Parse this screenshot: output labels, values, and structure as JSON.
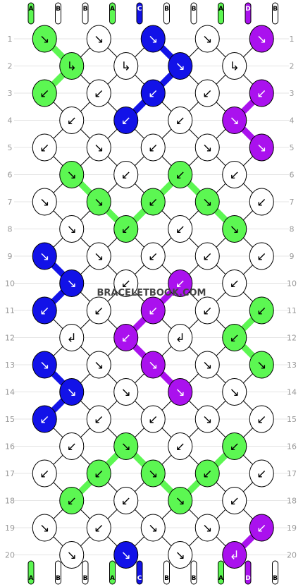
{
  "watermark": "BRACELETBOOK.COM",
  "colors": {
    "A": "#5cf752",
    "B": "#ffffff",
    "C": "#1212e8",
    "D": "#aa11ee",
    "line": "#000000",
    "rownum": "#999999"
  },
  "strands_top": [
    "A",
    "B",
    "B",
    "A",
    "C",
    "B",
    "B",
    "A",
    "D",
    "B"
  ],
  "strands_bottom": [
    "A",
    "B",
    "B",
    "A",
    "C",
    "B",
    "B",
    "A",
    "D",
    "B"
  ],
  "rows": [
    {
      "n": 1,
      "knots": [
        {
          "c": "A",
          "a": "↘"
        },
        {
          "c": "B",
          "a": "↘"
        },
        {
          "c": "C",
          "a": "↘"
        },
        {
          "c": "B",
          "a": "↘"
        },
        {
          "c": "D",
          "a": "↘"
        }
      ]
    },
    {
      "n": 2,
      "knots": [
        {
          "c": "A",
          "a": "↳"
        },
        {
          "c": "B",
          "a": "↳"
        },
        {
          "c": "C",
          "a": "↘"
        },
        {
          "c": "B",
          "a": "↳"
        }
      ]
    },
    {
      "n": 3,
      "knots": [
        {
          "c": "A",
          "a": "↙"
        },
        {
          "c": "B",
          "a": "↙"
        },
        {
          "c": "C",
          "a": "↙"
        },
        {
          "c": "B",
          "a": "↙"
        },
        {
          "c": "D",
          "a": "↙"
        }
      ]
    },
    {
      "n": 4,
      "knots": [
        {
          "c": "B",
          "a": "↙"
        },
        {
          "c": "C",
          "a": "↙"
        },
        {
          "c": "B",
          "a": "↙"
        },
        {
          "c": "D",
          "a": "↘"
        }
      ]
    },
    {
      "n": 5,
      "knots": [
        {
          "c": "B",
          "a": "↙"
        },
        {
          "c": "B",
          "a": "↘"
        },
        {
          "c": "B",
          "a": "↙"
        },
        {
          "c": "B",
          "a": "↘"
        },
        {
          "c": "D",
          "a": "↘"
        }
      ]
    },
    {
      "n": 6,
      "knots": [
        {
          "c": "A",
          "a": "↘"
        },
        {
          "c": "B",
          "a": "↙"
        },
        {
          "c": "A",
          "a": "↙"
        },
        {
          "c": "B",
          "a": "↙"
        }
      ]
    },
    {
      "n": 7,
      "knots": [
        {
          "c": "B",
          "a": "↘"
        },
        {
          "c": "A",
          "a": "↘"
        },
        {
          "c": "A",
          "a": "↙"
        },
        {
          "c": "A",
          "a": "↘"
        },
        {
          "c": "B",
          "a": "↙"
        }
      ]
    },
    {
      "n": 8,
      "knots": [
        {
          "c": "B",
          "a": "↘"
        },
        {
          "c": "A",
          "a": "↙"
        },
        {
          "c": "B",
          "a": "↙"
        },
        {
          "c": "A",
          "a": "↘"
        }
      ]
    },
    {
      "n": 9,
      "knots": [
        {
          "c": "C",
          "a": "↘"
        },
        {
          "c": "B",
          "a": "↘"
        },
        {
          "c": "B",
          "a": "↙"
        },
        {
          "c": "B",
          "a": "↙"
        },
        {
          "c": "B",
          "a": "↙"
        }
      ]
    },
    {
      "n": 10,
      "knots": [
        {
          "c": "C",
          "a": "↘"
        },
        {
          "c": "B",
          "a": "↙"
        },
        {
          "c": "D",
          "a": "↙"
        },
        {
          "c": "B",
          "a": "↙"
        }
      ]
    },
    {
      "n": 11,
      "knots": [
        {
          "c": "C",
          "a": "↙"
        },
        {
          "c": "B",
          "a": "↙"
        },
        {
          "c": "D",
          "a": "↙"
        },
        {
          "c": "B",
          "a": "↙"
        },
        {
          "c": "A",
          "a": "↙"
        }
      ]
    },
    {
      "n": 12,
      "knots": [
        {
          "c": "B",
          "a": "↲"
        },
        {
          "c": "D",
          "a": "↙"
        },
        {
          "c": "B",
          "a": "↲"
        },
        {
          "c": "A",
          "a": "↙"
        }
      ]
    },
    {
      "n": 13,
      "knots": [
        {
          "c": "C",
          "a": "↘"
        },
        {
          "c": "B",
          "a": "↘"
        },
        {
          "c": "D",
          "a": "↘"
        },
        {
          "c": "B",
          "a": "↘"
        },
        {
          "c": "A",
          "a": "↘"
        }
      ]
    },
    {
      "n": 14,
      "knots": [
        {
          "c": "C",
          "a": "↘"
        },
        {
          "c": "B",
          "a": "↘"
        },
        {
          "c": "D",
          "a": "↘"
        },
        {
          "c": "B",
          "a": "↘"
        }
      ]
    },
    {
      "n": 15,
      "knots": [
        {
          "c": "C",
          "a": "↙"
        },
        {
          "c": "B",
          "a": "↙"
        },
        {
          "c": "B",
          "a": "↙"
        },
        {
          "c": "B",
          "a": "↘"
        },
        {
          "c": "B",
          "a": "↙"
        }
      ]
    },
    {
      "n": 16,
      "knots": [
        {
          "c": "B",
          "a": "↙"
        },
        {
          "c": "A",
          "a": "↘"
        },
        {
          "c": "B",
          "a": "↙"
        },
        {
          "c": "A",
          "a": "↙"
        }
      ]
    },
    {
      "n": 17,
      "knots": [
        {
          "c": "B",
          "a": "↙"
        },
        {
          "c": "A",
          "a": "↙"
        },
        {
          "c": "A",
          "a": "↘"
        },
        {
          "c": "A",
          "a": "↙"
        },
        {
          "c": "B",
          "a": "↙"
        }
      ]
    },
    {
      "n": 18,
      "knots": [
        {
          "c": "A",
          "a": "↙"
        },
        {
          "c": "B",
          "a": "↙"
        },
        {
          "c": "A",
          "a": "↘"
        },
        {
          "c": "B",
          "a": "↙"
        }
      ]
    },
    {
      "n": 19,
      "knots": [
        {
          "c": "B",
          "a": "↘"
        },
        {
          "c": "B",
          "a": "↙"
        },
        {
          "c": "B",
          "a": "↘"
        },
        {
          "c": "B",
          "a": "↘"
        },
        {
          "c": "D",
          "a": "↙"
        }
      ]
    },
    {
      "n": 20,
      "knots": [
        {
          "c": "B",
          "a": "↘"
        },
        {
          "c": "C",
          "a": "↘"
        },
        {
          "c": "B",
          "a": "↘"
        },
        {
          "c": "D",
          "a": "↲"
        }
      ]
    }
  ]
}
